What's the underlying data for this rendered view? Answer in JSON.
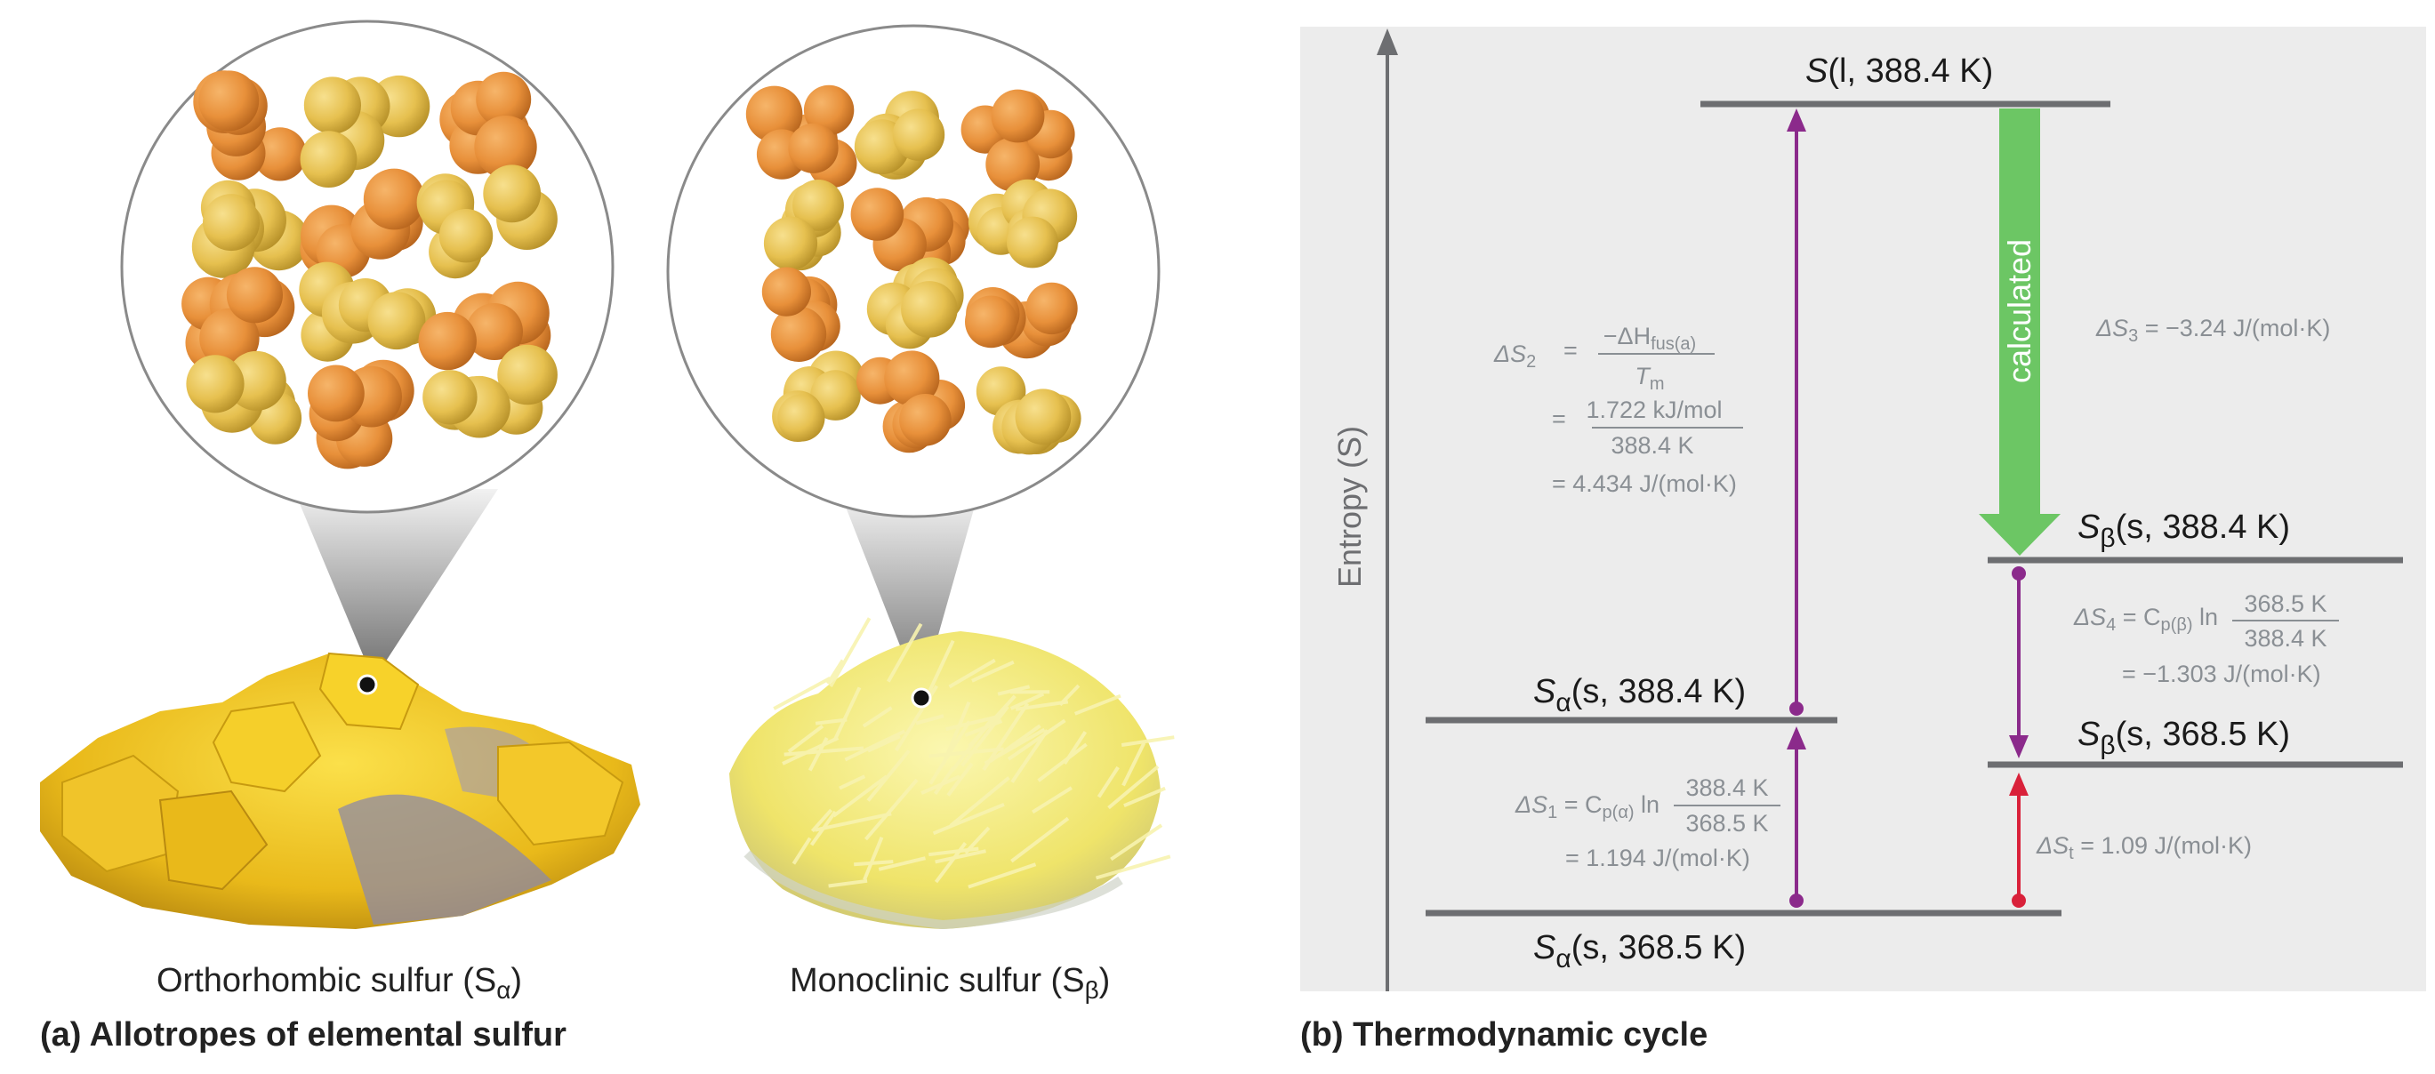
{
  "panel_a": {
    "caption": "(a) Allotropes of elemental sulfur",
    "left_label": {
      "text": "Orthorhombic sulfur (S",
      "sub": "α",
      "close": ")"
    },
    "right_label": {
      "text": "Monoclinic sulfur (S",
      "sub": "β",
      "close": ")"
    },
    "colors": {
      "orange_atom": "#e8903a",
      "yellow_atom": "#e6c04f",
      "crystal": "#f3cc22",
      "crystal_beta": "#f4ee7a"
    }
  },
  "panel_b": {
    "caption": "(b) Thermodynamic cycle",
    "y_axis_label": "Entropy (S)",
    "levels": {
      "liquid": {
        "sym": "S",
        "rest": "(l, 388.4 K)"
      },
      "beta_high": {
        "sym": "S",
        "sub": "β",
        "rest": "(s, 388.4 K)"
      },
      "alpha_high": {
        "sym": "S",
        "sub": "α",
        "rest": "(s, 388.4 K)"
      },
      "beta_low": {
        "sym": "S",
        "sub": "β",
        "rest": "(s, 368.5 K)"
      },
      "alpha_low": {
        "sym": "S",
        "sub": "α",
        "rest": "(s, 368.5 K)"
      }
    },
    "calculated_label": "calculated",
    "eq_s2": {
      "lhs": "ΔS",
      "lhs_sub": "2",
      "eqsign": "=",
      "num1": "−ΔH",
      "num1_sub": "fus(a)",
      "den1": "T",
      "den1_sub": "m",
      "num2": "1.722 kJ/mol",
      "den2": "388.4 K",
      "result": "= 4.434 J/(mol·K)"
    },
    "eq_s3": {
      "lhs": "ΔS",
      "lhs_sub": "3",
      "rhs": " = −3.24 J/(mol·K)"
    },
    "eq_s4": {
      "lhs": "ΔS",
      "lhs_sub": "4",
      "mid": " = C",
      "mid_sub": "p(β)",
      "ln": " ln",
      "num": "368.5 K",
      "den": "388.4 K",
      "result": "= −1.303 J/(mol·K)"
    },
    "eq_s1": {
      "lhs": "ΔS",
      "lhs_sub": "1",
      "mid": " = C",
      "mid_sub": "p(α)",
      "ln": " ln",
      "num": "388.4 K",
      "den": "368.5 K",
      "result": "= 1.194 J/(mol·K)"
    },
    "eq_st": {
      "lhs": "ΔS",
      "lhs_sub": "t",
      "rhs": " = 1.09 J/(mol·K)"
    },
    "colors": {
      "panel_bg": "#ececec",
      "level_line": "#6d6e71",
      "purple": "#8b2a8b",
      "red": "#d9213a",
      "green": "#6cc664"
    }
  }
}
